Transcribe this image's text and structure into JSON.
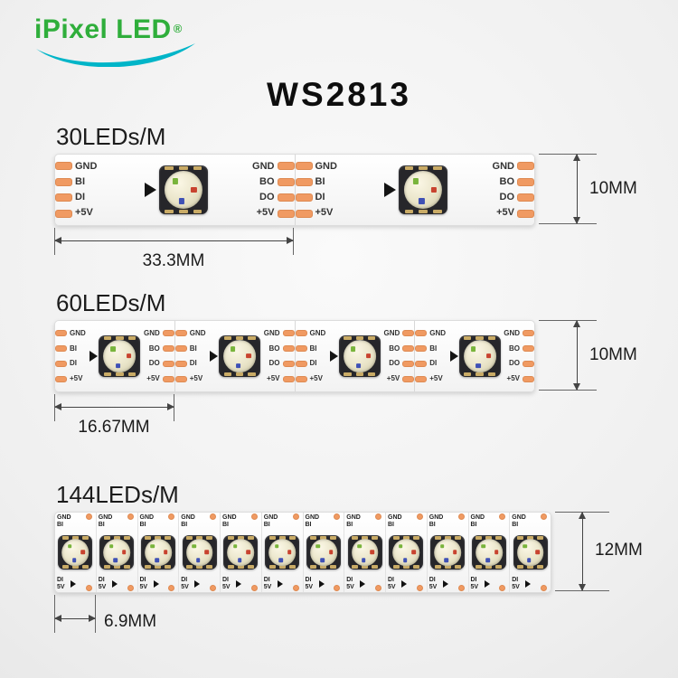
{
  "logo": {
    "text": "iPixel LED",
    "registered": "®"
  },
  "title": "WS2813",
  "colors": {
    "logo_green": "#2fae3b",
    "swoosh_teal": "#00b5c8",
    "pad_copper": "#f09a62"
  },
  "sections": [
    {
      "label": "30LEDs/M",
      "pitch_label": "33.3MM",
      "height_label": "10MM",
      "segments": 2,
      "left_pad_labels": [
        "GND",
        "BI",
        "DI",
        "+5V"
      ],
      "right_pad_labels": [
        "GND",
        "BO",
        "DO",
        "+5V"
      ]
    },
    {
      "label": "60LEDs/M",
      "pitch_label": "16.67MM",
      "height_label": "10MM",
      "segments": 4,
      "left_pad_labels": [
        "GND",
        "BI",
        "DI",
        "+5V"
      ],
      "right_pad_labels": [
        "GND",
        "BO",
        "DO",
        "+5V"
      ]
    },
    {
      "label": "144LEDs/M",
      "pitch_label": "6.9MM",
      "height_label": "12MM",
      "segments": 12,
      "top_pad_labels": [
        "GND",
        "BI"
      ],
      "bottom_pad_labels": [
        "DI",
        "5V"
      ]
    }
  ]
}
